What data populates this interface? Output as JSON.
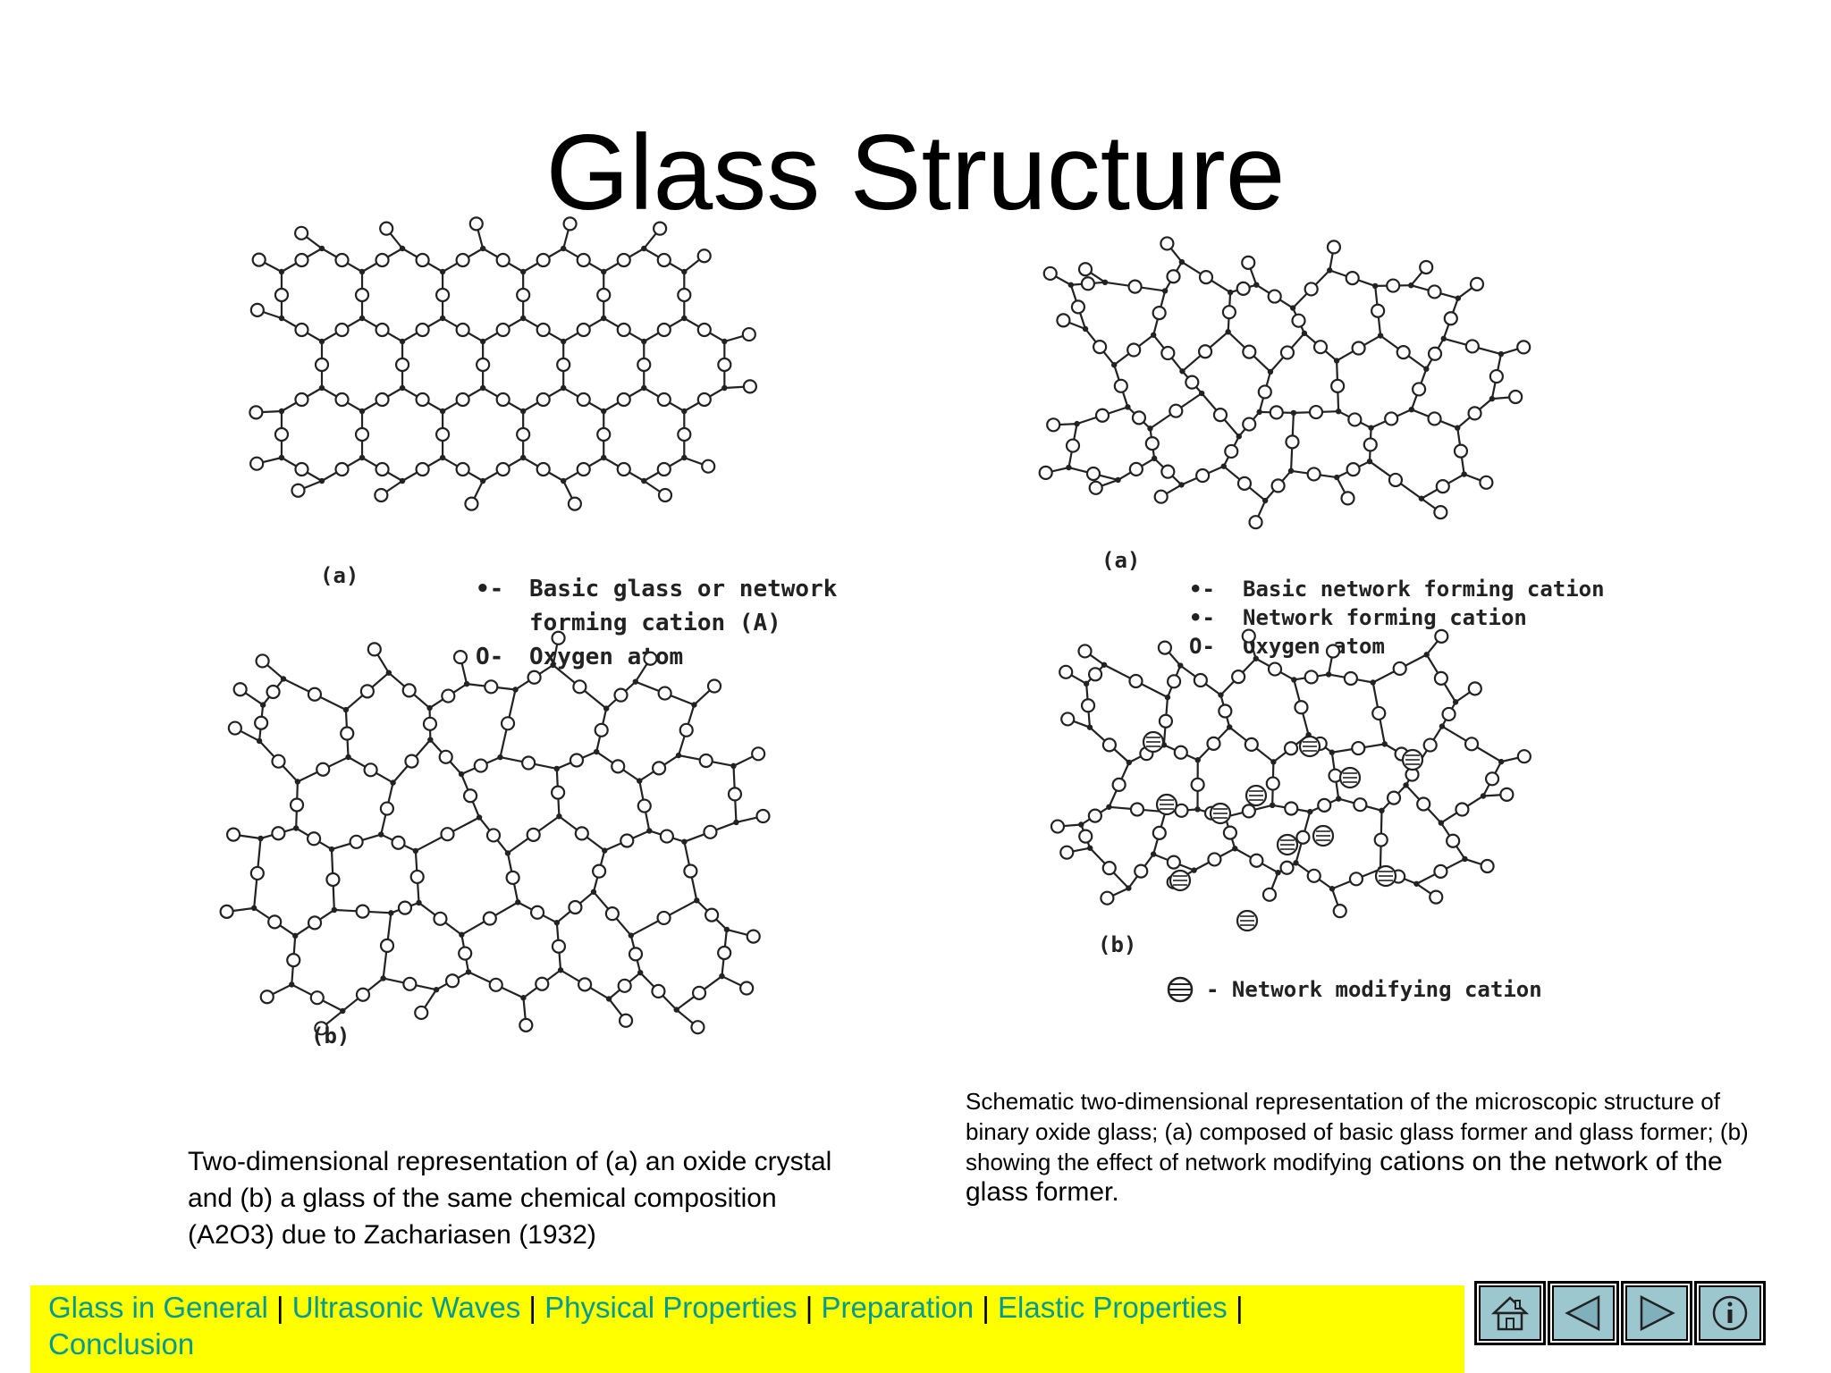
{
  "slide": {
    "title": "Glass Structure"
  },
  "left_figure": {
    "label_a": "(a)",
    "label_b": "(b)",
    "legend": [
      {
        "symbol": "•-",
        "text": "Basic glass or network"
      },
      {
        "symbol": "",
        "text": "forming cation (A)"
      },
      {
        "symbol": "O-",
        "text": "Oxygen atom"
      }
    ],
    "caption": "Two-dimensional representation of (a) an oxide crystal and (b) a glass of the same chemical composition (A2O3) due to Zachariasen (1932)"
  },
  "right_figure": {
    "label_a": "(a)",
    "label_b": "(b)",
    "legend": [
      {
        "symbol": "•-",
        "text": "Basic network forming cation"
      },
      {
        "symbol": "•-",
        "text": "Network forming cation"
      },
      {
        "symbol": "O-",
        "text": "Oxygen atom"
      }
    ],
    "modifier_legend": "- Network modifying cation",
    "caption_small": "Schematic two-dimensional representation of the microscopic structure of binary oxide glass; (a) composed of basic glass former and glass former; (b) showing the effect of network modifying",
    "caption_large": " cations on the network of the glass former."
  },
  "navigation": {
    "links": [
      "Glass in General",
      "Ultrasonic Waves",
      "Physical Properties",
      "Preparation",
      "Elastic Properties",
      "Conclusion"
    ],
    "separator": "|",
    "buttons": [
      "home-icon",
      "back-arrow-icon",
      "forward-arrow-icon",
      "info-icon"
    ],
    "link_color": "#009a91",
    "bar_color": "#ffff00",
    "button_color": "#9cc7cf"
  }
}
